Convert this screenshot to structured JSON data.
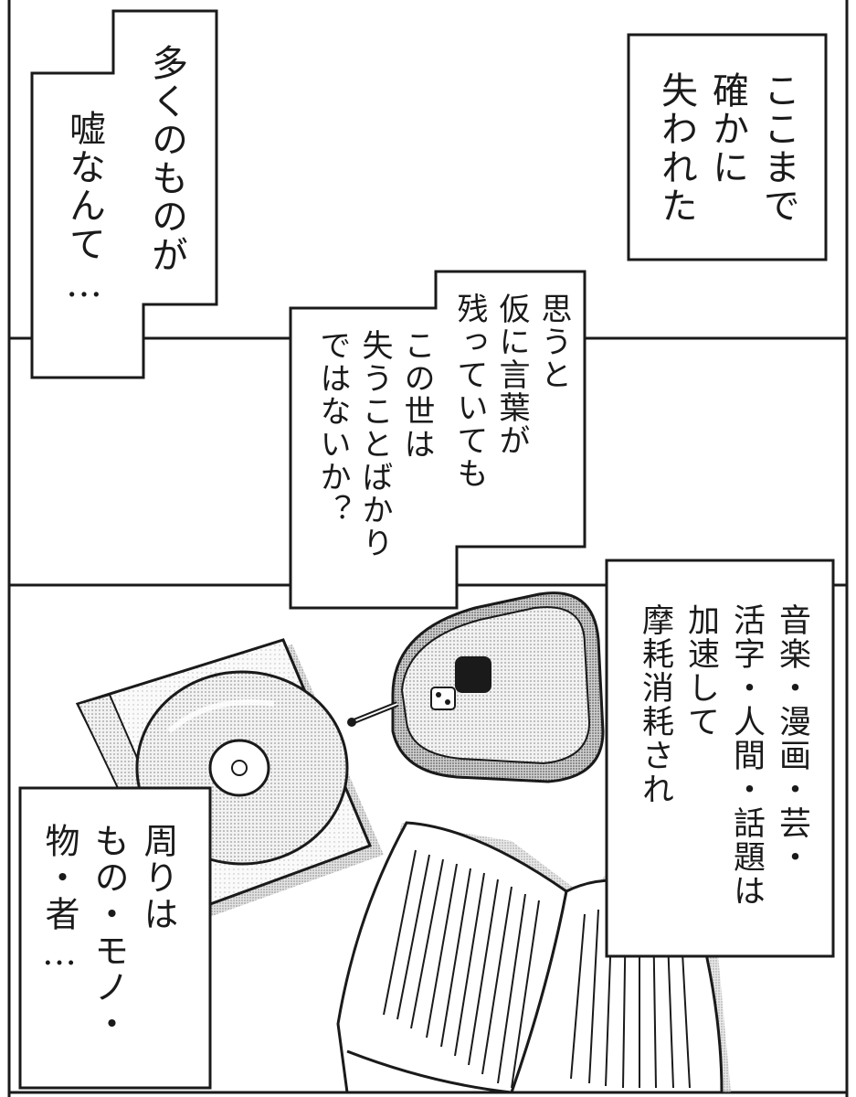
{
  "captions": {
    "top_right": [
      "ここまで",
      "確かに",
      "失われた"
    ],
    "top_left": [
      "多くのものが",
      "嘘なんて…"
    ],
    "middle": [
      "思うと",
      "仮に言葉が",
      "残っていても",
      "この世は",
      "失うことばかり",
      "ではないか？"
    ],
    "bottom_right": [
      "音楽・漫画・芸・",
      "活字・人間・話題は",
      "加速して",
      "摩耗消耗され"
    ],
    "bottom_left": [
      "周りは",
      "もの・モノ・",
      "物・者…"
    ]
  }
}
